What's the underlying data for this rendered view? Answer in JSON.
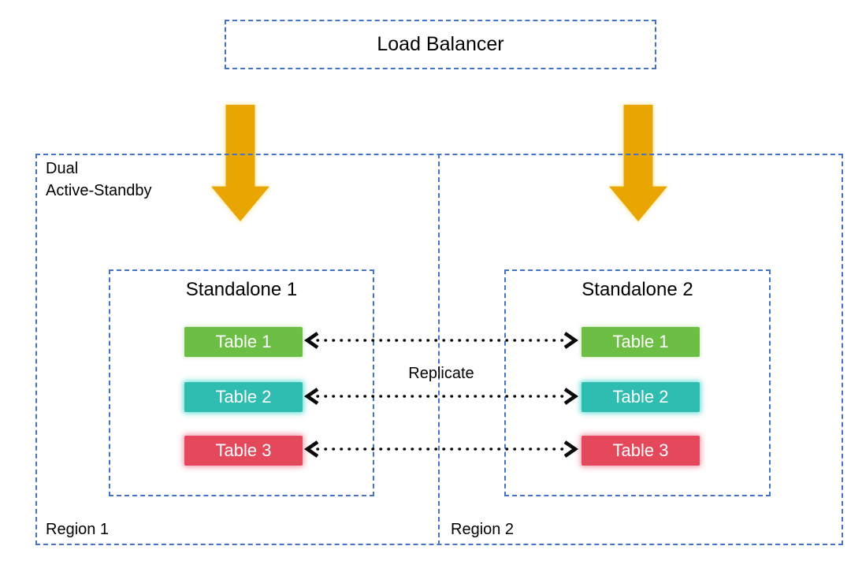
{
  "load_balancer": {
    "label": "Load Balancer"
  },
  "cluster": {
    "label": "Dual\nActive-Standby",
    "regions": [
      {
        "label": "Region 1",
        "standalone": {
          "title": "Standalone 1",
          "tables": [
            "Table 1",
            "Table 2",
            "Table 3"
          ]
        }
      },
      {
        "label": "Region 2",
        "standalone": {
          "title": "Standalone 2",
          "tables": [
            "Table 1",
            "Table 2",
            "Table 3"
          ]
        }
      }
    ]
  },
  "replication": {
    "label": "Replicate"
  },
  "colors": {
    "border_blue": "#4472C4",
    "arrow_gold": "#E9A602",
    "connector_black": "#0A0A0A",
    "table_colors": [
      "#6CBE45",
      "#2FBDB1",
      "#E4495B"
    ]
  }
}
